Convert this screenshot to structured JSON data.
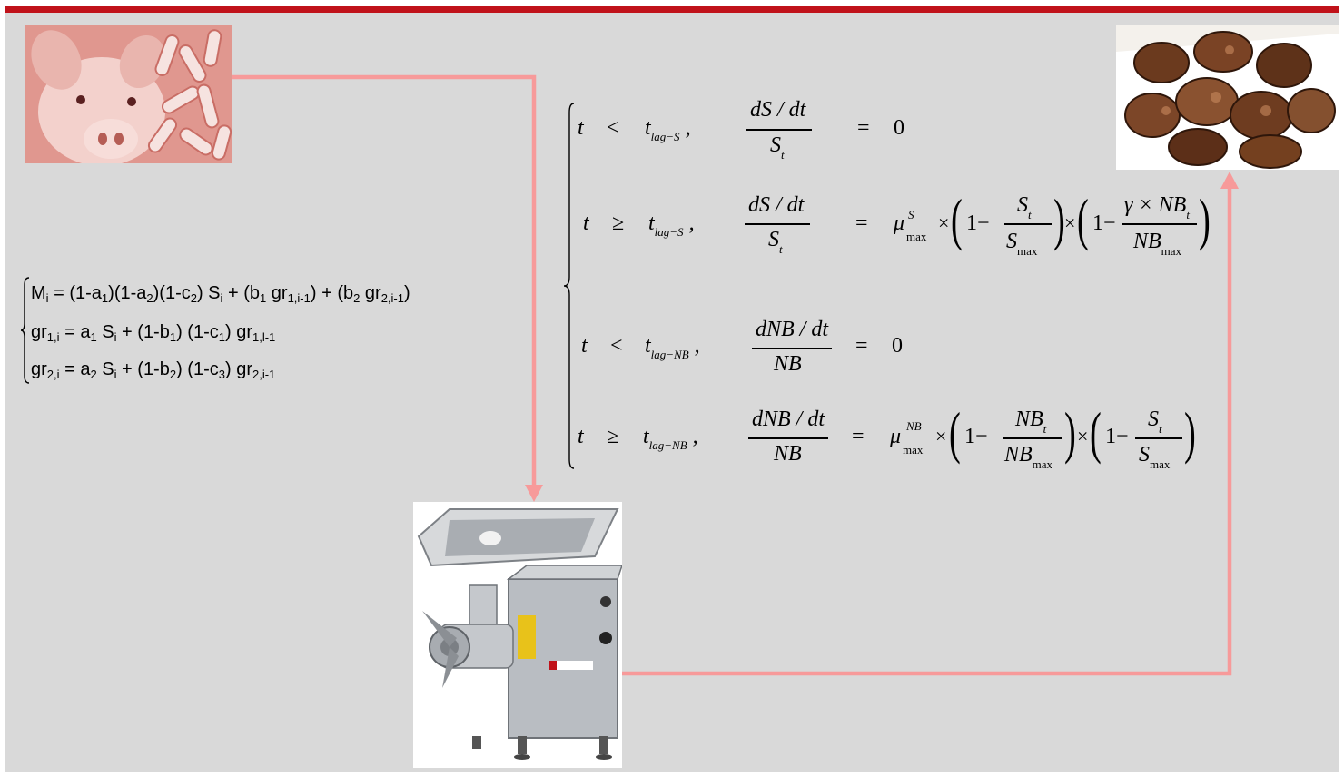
{
  "colors": {
    "top_bar": "#c0121a",
    "background": "#d9d9d9",
    "arrow": "#f79a9a"
  },
  "images": {
    "pig": "pig-and-bacteria-photo",
    "grinder": "meat-grinder-photo",
    "patties": "meat-patties-photo"
  },
  "left_system": {
    "row1": "Mi = (1-a1)(1-a2)(1-c2) Si  + (b1 gr1,i-1) + (b2 gr2,i-1)",
    "row2": "gr1,i =  a1 Si  + (1-b1) (1-c1) gr1,l-1",
    "row3": "gr2,i =  a2 Si  + (1-b2) (1-c3) gr2,i-1"
  },
  "right_system": {
    "row1": {
      "t": "t",
      "rel": "<",
      "lag": "tlag−S ,",
      "num": "dS / dt",
      "den": "St",
      "eq": "=",
      "rhs": "0"
    },
    "row2": {
      "t": "t",
      "rel": "≥",
      "lag": "tlag−S ,",
      "num": "dS / dt",
      "den": "St",
      "eq": "=",
      "rhs": "μSmax × (1− St / Smax) × (1− γ × NBt / NBmax)"
    },
    "row3": {
      "t": "t",
      "rel": "<",
      "lag": "tlag−NB ,",
      "num": "dNB / dt",
      "den": "NB",
      "eq": "=",
      "rhs": "0"
    },
    "row4": {
      "t": "t",
      "rel": "≥",
      "lag": "tlag−NB ,",
      "num": "dNB / dt",
      "den": "NB",
      "eq": "=",
      "rhs": "μNBmax × (1− NBt / NBmax) × (1− St / Smax)"
    }
  }
}
